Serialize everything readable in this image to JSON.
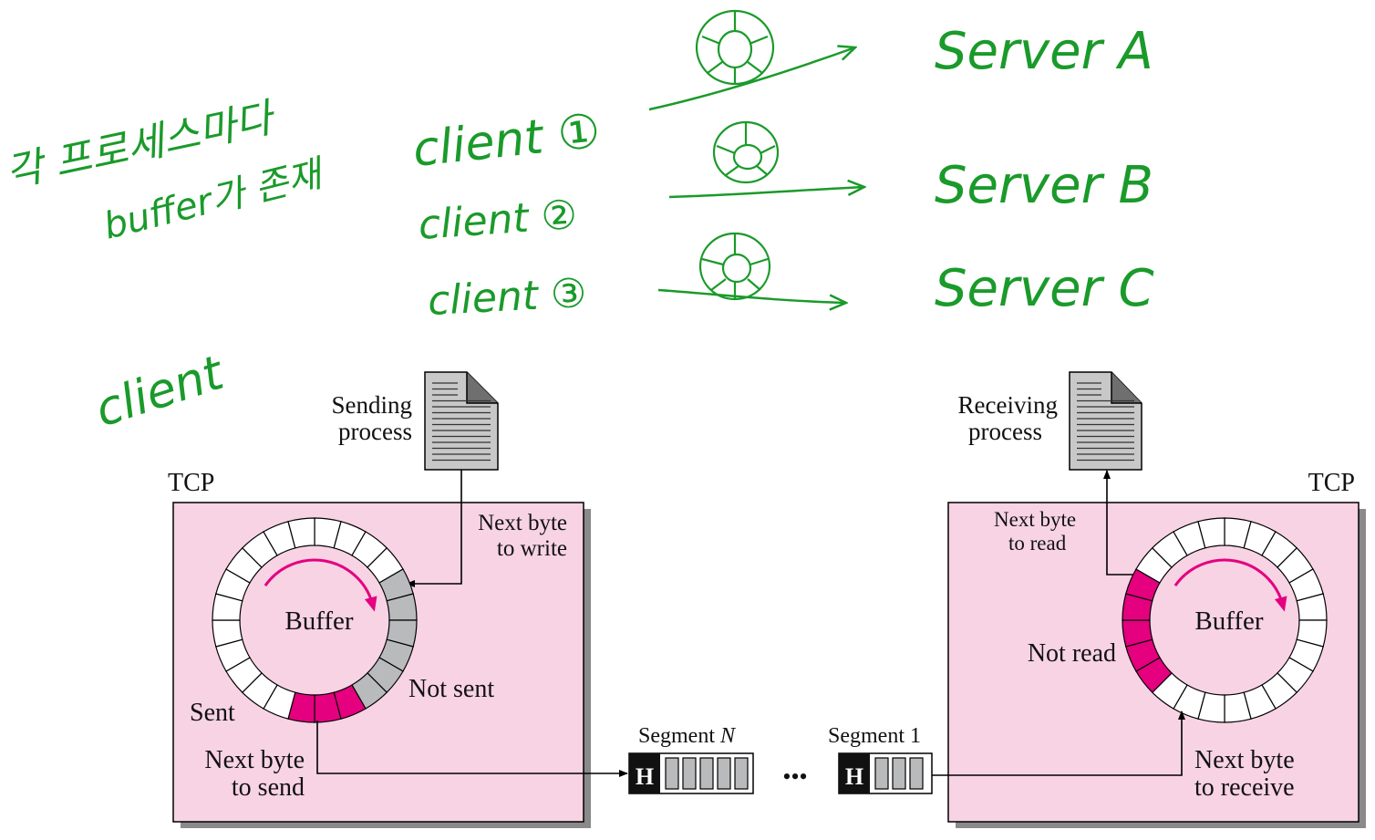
{
  "handwriting": {
    "korean_line1": "각 프로세스마다",
    "korean_line2": "buffer가 존재",
    "clients": [
      "client ①",
      "client ②",
      "client ③"
    ],
    "servers": [
      "Server A",
      "Server B",
      "Server C"
    ],
    "client_label": "client"
  },
  "sender": {
    "tcp_label": "TCP",
    "process_line1": "Sending",
    "process_line2": "process",
    "next_write_line1": "Next byte",
    "next_write_line2": "to write",
    "buffer_label": "Buffer",
    "not_sent": "Not sent",
    "sent": "Sent",
    "next_send_line1": "Next byte",
    "next_send_line2": "to send"
  },
  "receiver": {
    "tcp_label": "TCP",
    "process_line1": "Receiving",
    "process_line2": "process",
    "next_read_line1": "Next byte",
    "next_read_line2": "to read",
    "buffer_label": "Buffer",
    "not_read": "Not read",
    "next_receive_line1": "Next byte",
    "next_receive_line2": "to receive"
  },
  "segments": {
    "segment_n_prefix": "Segment ",
    "segment_n_var": "N",
    "segment_1": "Segment 1",
    "header_letter": "H",
    "ellipsis": "•••"
  },
  "colors": {
    "ink_green": "#1a9a2a",
    "tcp_box": "#f7d3e4",
    "magenta": "#e4007f",
    "gray_cell": "#b9babb",
    "doc_gray": "#c8c8c8"
  },
  "buffer_cells": {
    "total": 24,
    "sender_sent": 3,
    "sender_not_sent": 6,
    "receiver_not_read": 5
  }
}
